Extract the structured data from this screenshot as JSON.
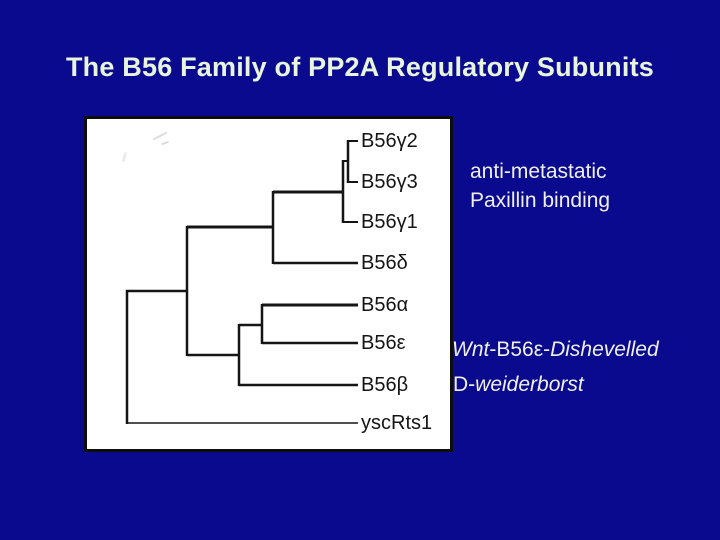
{
  "slide": {
    "title": "The B56 Family of PP2A Regulatory Subunits",
    "background_color": "#0a0a8e",
    "title_color": "#e8f4dc",
    "body_text_color": "#f0f0e8"
  },
  "tree": {
    "type": "dendrogram",
    "description": "Phylogenetic tree of B56 family PP2A regulatory subunits",
    "topology_newick": "((((B56γ2,B56γ3),B56γ1),B56δ),((B56α,B56ε),B56β),yscRts1)",
    "leaves": [
      {
        "label": "B56γ2"
      },
      {
        "label": "B56γ3"
      },
      {
        "label": "B56γ1"
      },
      {
        "label": "B56δ"
      },
      {
        "label": "B56α"
      },
      {
        "label": "B56ε"
      },
      {
        "label": "B56β"
      },
      {
        "label": "yscRts1"
      }
    ]
  },
  "annotations": {
    "gamma_note": {
      "line1": "anti-metastatic",
      "line2": "Paxillin binding"
    },
    "epsilon_note": {
      "seg_italic1": "Wnt",
      "seg_plain": "-B56ε-",
      "seg_italic2": "Dishevelled"
    },
    "beta_note": {
      "seg_plain": "D-",
      "seg_italic": "weiderborst"
    }
  }
}
